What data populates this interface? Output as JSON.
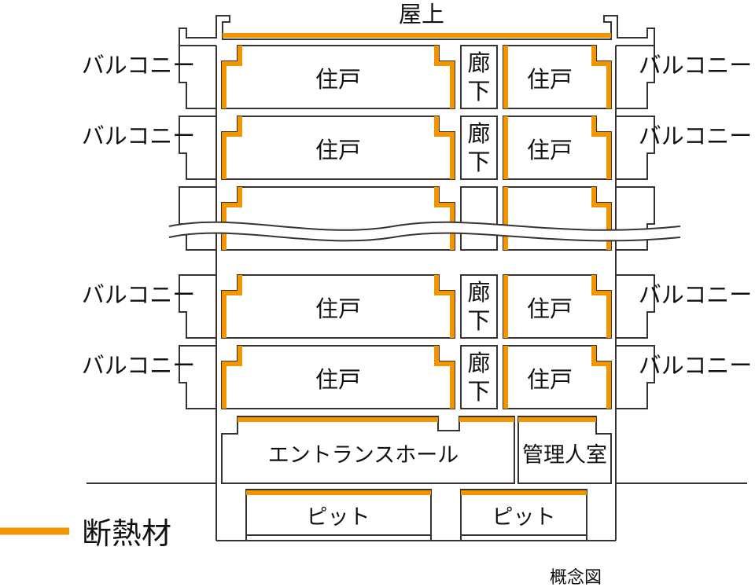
{
  "roof_label": "屋上",
  "unit_label": "住戸",
  "corridor_label_top": "廊",
  "corridor_label_bottom": "下",
  "balcony_label": "バルコニー",
  "entrance_hall_label": "エントランスホール",
  "management_room_label": "管理人室",
  "pit_label": "ピット",
  "legend": {
    "label": "断熱材",
    "color": "#f29600"
  },
  "caption": "概念図"
}
